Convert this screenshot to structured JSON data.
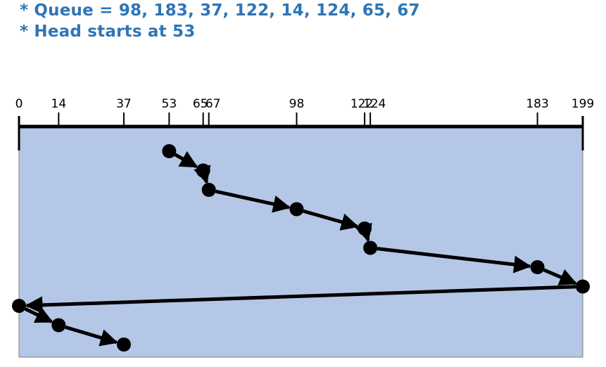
{
  "header": {
    "queue_line": "* Queue = 98, 183, 37, 122, 14, 124, 65, 67",
    "head_line": "* Head starts at 53"
  },
  "diagram": {
    "axis_min": 0,
    "axis_max": 199,
    "tick_labels": [
      "0",
      "14",
      "37",
      "53",
      "65",
      "67",
      "98",
      "122",
      "124",
      "183",
      "199"
    ],
    "tick_values": [
      0,
      14,
      37,
      53,
      65,
      67,
      98,
      122,
      124,
      183,
      199
    ],
    "service_order": [
      53,
      65,
      67,
      98,
      122,
      124,
      183,
      199,
      0,
      14,
      37
    ],
    "colors": {
      "panel_fill": "#B4C7E7",
      "header_text": "#2E75B6",
      "ink": "#000000"
    }
  }
}
